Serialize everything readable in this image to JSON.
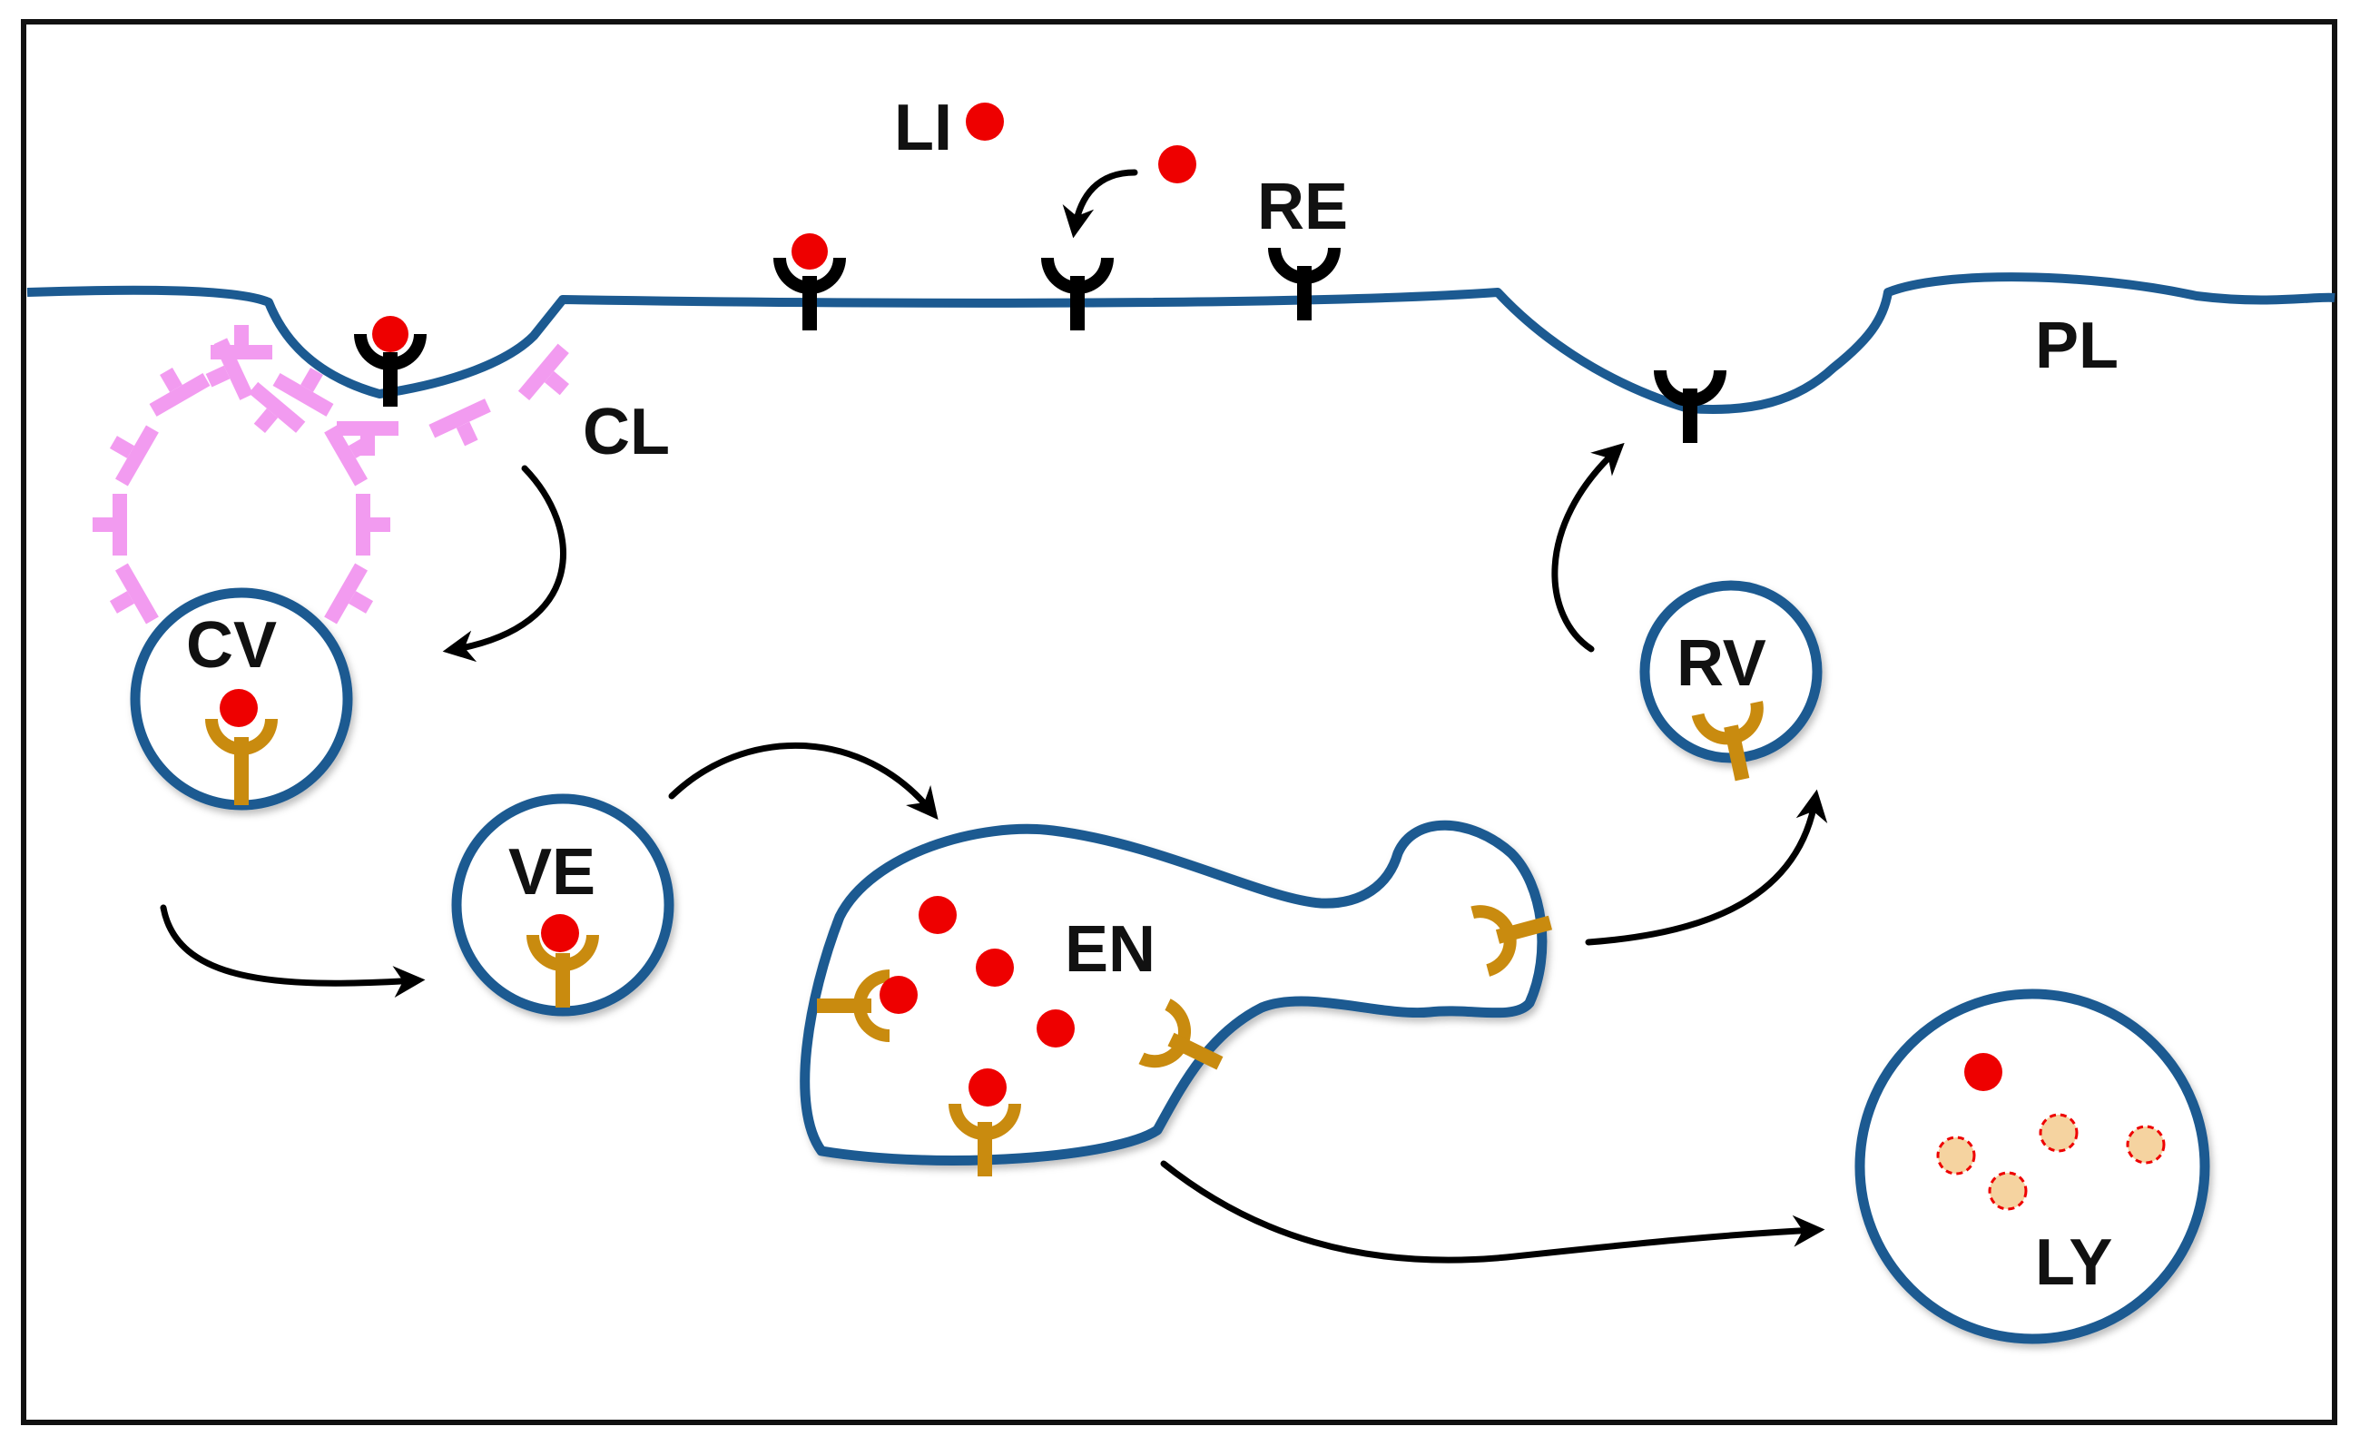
{
  "labels": {
    "ligand": "LI",
    "receptor": "RE",
    "plasma_membrane": "PL",
    "clathrin": "CL",
    "coated_vesicle": "CV",
    "vesicle": "VE",
    "endosome": "EN",
    "recycling_vesicle": "RV",
    "lysosome": "LY"
  },
  "colors": {
    "membrane": "#1c5a91",
    "receptor": "#c98b0f",
    "ligand": "#ee0000",
    "clathrin": "#f29bf0",
    "degraded_ligand": "#f5d3a0",
    "arrow": "#000000",
    "frame": "#111111"
  }
}
